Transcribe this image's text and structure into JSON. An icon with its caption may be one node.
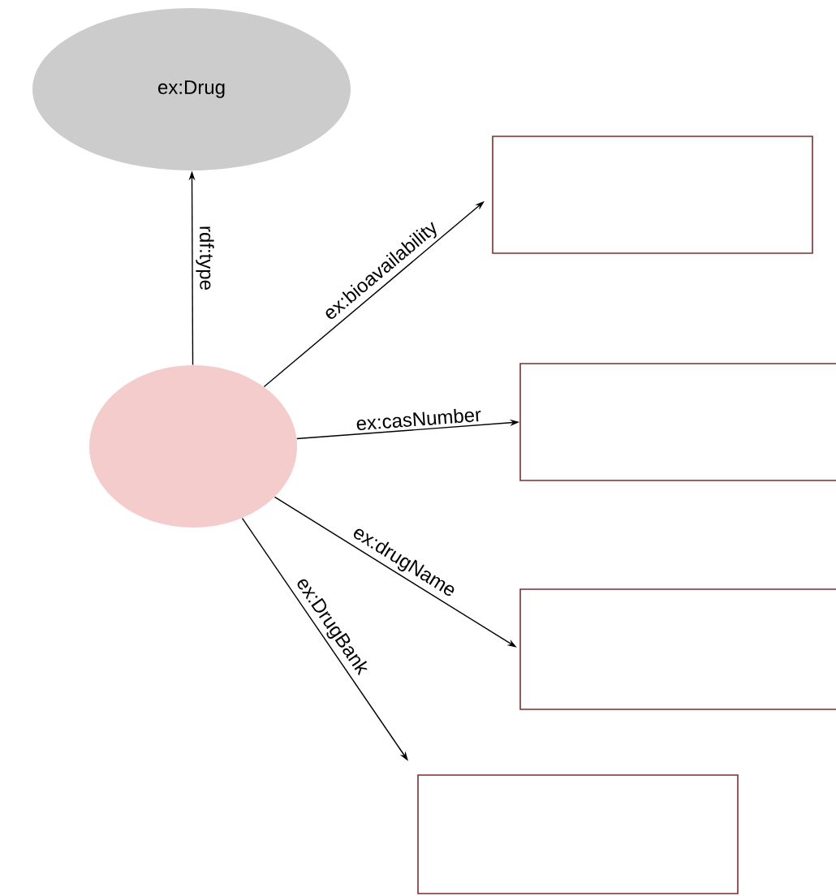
{
  "diagram": {
    "nodes": [
      {
        "text": [
          "ex:Drug"
        ]
      },
      {
        "text": [],
        "shape": "circle"
      },
      {
        "text": [],
        "shape": "box"
      },
      {
        "text": [],
        "shape": "box"
      },
      {
        "text": [],
        "shape": "box"
      },
      {
        "text": [],
        "shape": "box"
      }
    ],
    "edges": [
      {
        "from": 1,
        "to": 0,
        "arrow": "to",
        "label": "rdf:type"
      },
      {
        "from": 1,
        "to": 2,
        "arrow": "to",
        "label": "ex:bioavailability"
      },
      {
        "from": 1,
        "to": 3,
        "arrow": "to",
        "label": "ex:casNumber"
      },
      {
        "from": 1,
        "to": 4,
        "arrow": "to",
        "label": "ex:drugName"
      },
      {
        "from": 1,
        "to": 5,
        "arrow": "to",
        "label": "ex:DrugBank"
      }
    ]
  }
}
